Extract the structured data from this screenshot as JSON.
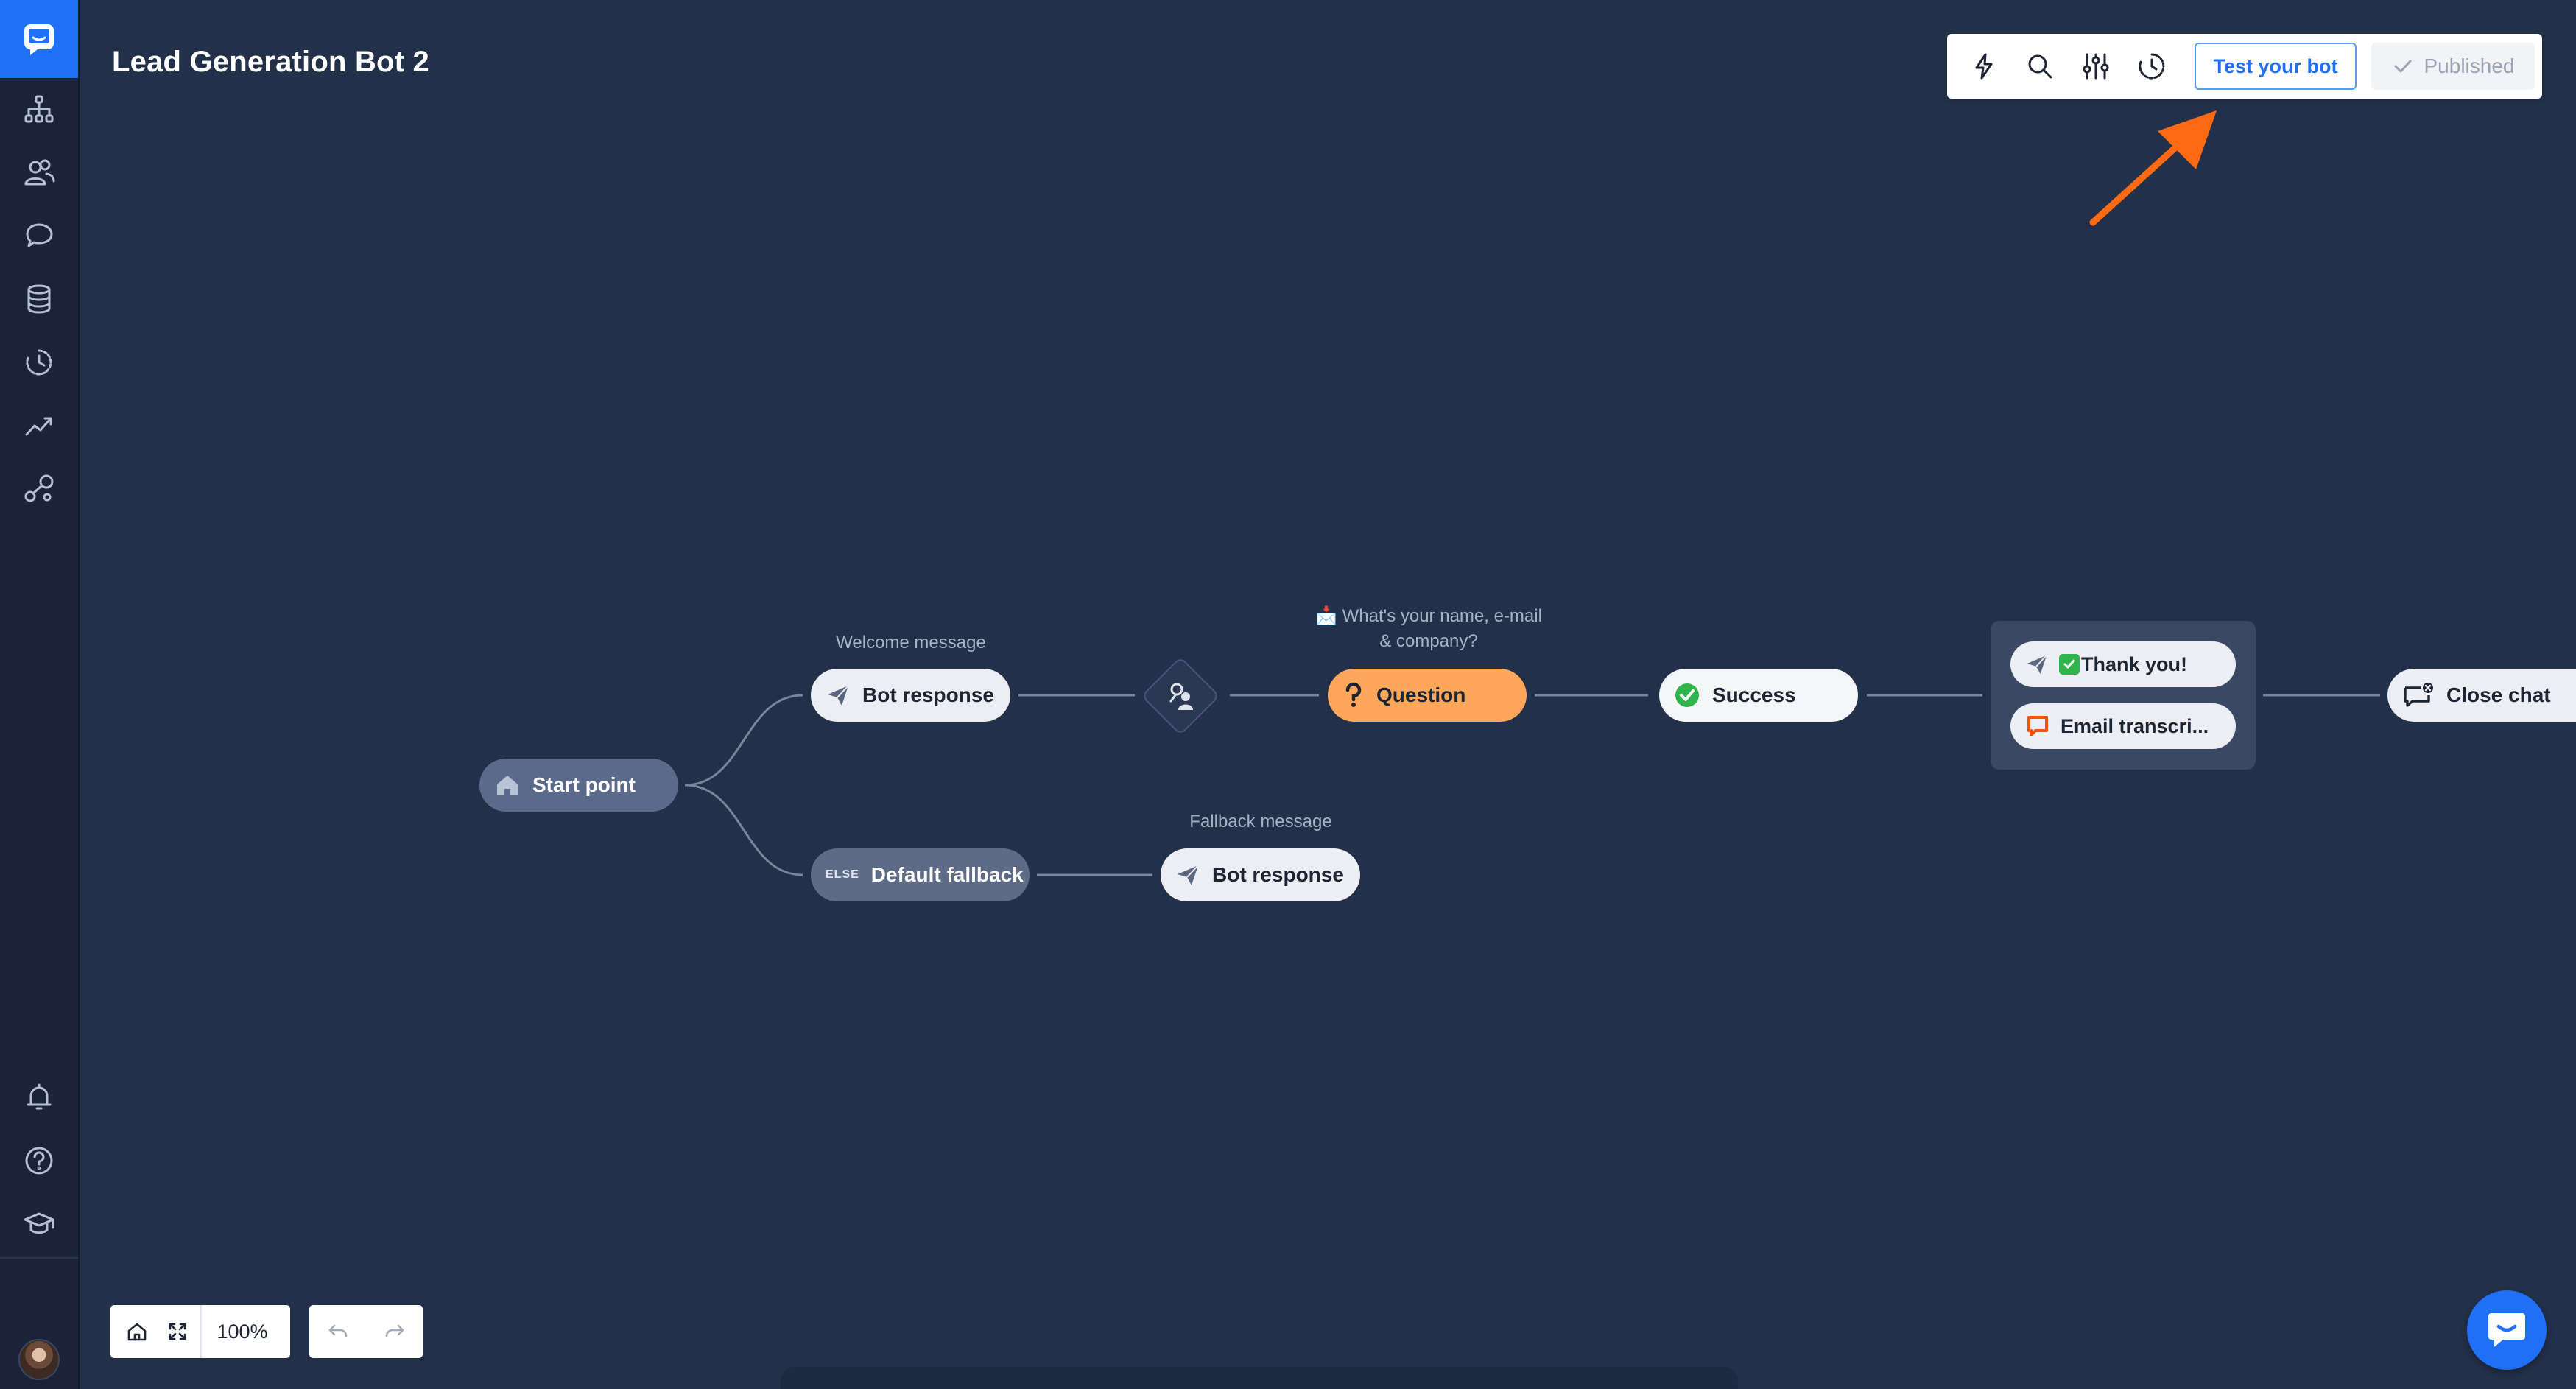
{
  "page": {
    "title": "Lead Generation Bot 2"
  },
  "toolbar": {
    "icons": [
      "lightning-icon",
      "search-icon",
      "sliders-icon",
      "history-icon"
    ],
    "test_label": "Test your bot",
    "published_label": "Published"
  },
  "flow": {
    "start": {
      "label": "Start point"
    },
    "welcome": {
      "caption": "Welcome message",
      "label": "Bot response"
    },
    "fallback": {
      "label": "Default fallback",
      "badge": "ELSE"
    },
    "fallback_response": {
      "caption": "Fallback message",
      "label": "Bot response"
    },
    "question": {
      "caption_line1": "📩 What's your name, e-mail",
      "caption_line2": "& company?",
      "label": "Question"
    },
    "success": {
      "label": "Success"
    },
    "actions": {
      "thank_you": "Thank you!",
      "email_transcript": "Email transcri..."
    },
    "close_chat": {
      "label": "Close chat"
    }
  },
  "controls": {
    "zoom": "100%"
  },
  "colors": {
    "background": "#233049",
    "sidebar": "#1a2338",
    "accent": "#1f6ff7",
    "question_node": "#ffa75b",
    "annotation_arrow": "#ff6a13"
  }
}
